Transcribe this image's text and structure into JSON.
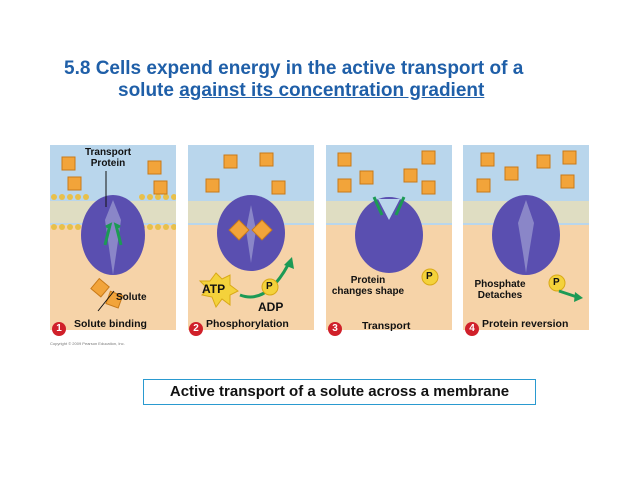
{
  "title": {
    "line1": "5.8 Cells expend energy in the active transport of a",
    "line2_prefix": "solute ",
    "line2_underlined": "against its concentration gradient"
  },
  "panels": [
    {
      "number": "1",
      "caption": "Solute binding",
      "labels": {
        "transport_protein": "Transport\nProtein",
        "solute": "Solute"
      }
    },
    {
      "number": "2",
      "caption": "Phosphorylation",
      "labels": {
        "atp": "ATP",
        "phosphate": "P",
        "adp": "ADP"
      }
    },
    {
      "number": "3",
      "caption": "Transport",
      "labels": {
        "shape": "Protein\nchanges shape",
        "phosphate": "P"
      }
    },
    {
      "number": "4",
      "caption": "Protein reversion",
      "labels": {
        "detaches": "Phosphate\nDetaches",
        "phosphate": "P"
      }
    }
  ],
  "copyright": "Copyright © 2009 Pearson Education, Inc.",
  "footer": "Active transport of a solute across a membrane",
  "colors": {
    "title": "#1f5fa8",
    "extracellular": "#b9d6ec",
    "cytoplasm": "#f6d3a8",
    "protein": "#5a4fb0",
    "solute": "#f2a43a",
    "arrow": "#1c9a55",
    "phosphate": "#f4d23b",
    "badge": "#d0202a",
    "footer_border": "#2a9ad0"
  }
}
